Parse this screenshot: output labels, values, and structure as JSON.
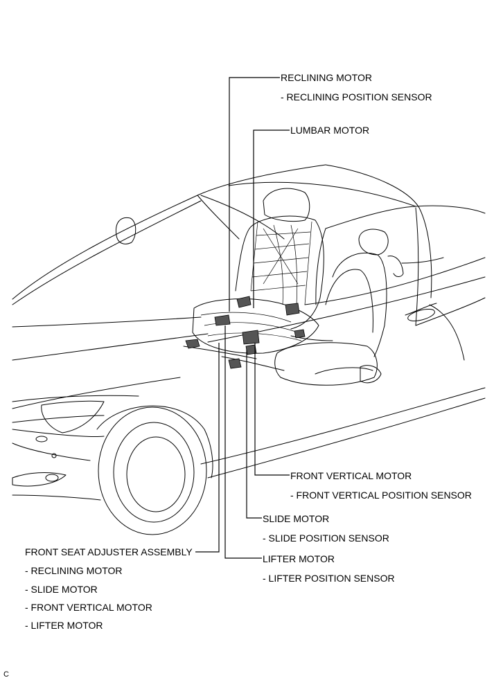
{
  "labels": {
    "reclining_motor": "RECLINING MOTOR",
    "reclining_position_sensor": "- RECLINING POSITION SENSOR",
    "lumbar_motor": "LUMBAR MOTOR",
    "front_vertical_motor": "FRONT VERTICAL MOTOR",
    "front_vertical_position_sensor": "- FRONT VERTICAL POSITION SENSOR",
    "slide_motor": "SLIDE MOTOR",
    "slide_position_sensor": "- SLIDE POSITION SENSOR",
    "lifter_motor": "LIFTER MOTOR",
    "lifter_position_sensor": "- LIFTER POSITION SENSOR",
    "front_seat_adjuster_assembly": "FRONT SEAT ADJUSTER ASSEMBLY",
    "assembly_items": [
      "- RECLINING MOTOR",
      "- SLIDE MOTOR",
      "- FRONT VERTICAL MOTOR",
      "- LIFTER MOTOR"
    ]
  },
  "corner_mark": "C"
}
